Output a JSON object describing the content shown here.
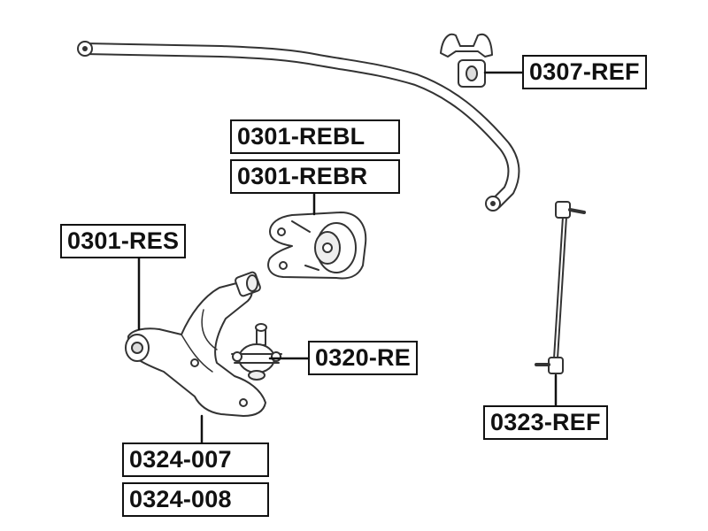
{
  "parts": {
    "stabilizer_bushing": "0307-REF",
    "mount_left": "0301-REBL",
    "mount_right": "0301-REBR",
    "arm_bushing": "0301-RES",
    "ball_joint": "0320-RE",
    "stabilizer_link": "0323-REF",
    "arm_left": "0324-007",
    "arm_right": "0324-008"
  }
}
